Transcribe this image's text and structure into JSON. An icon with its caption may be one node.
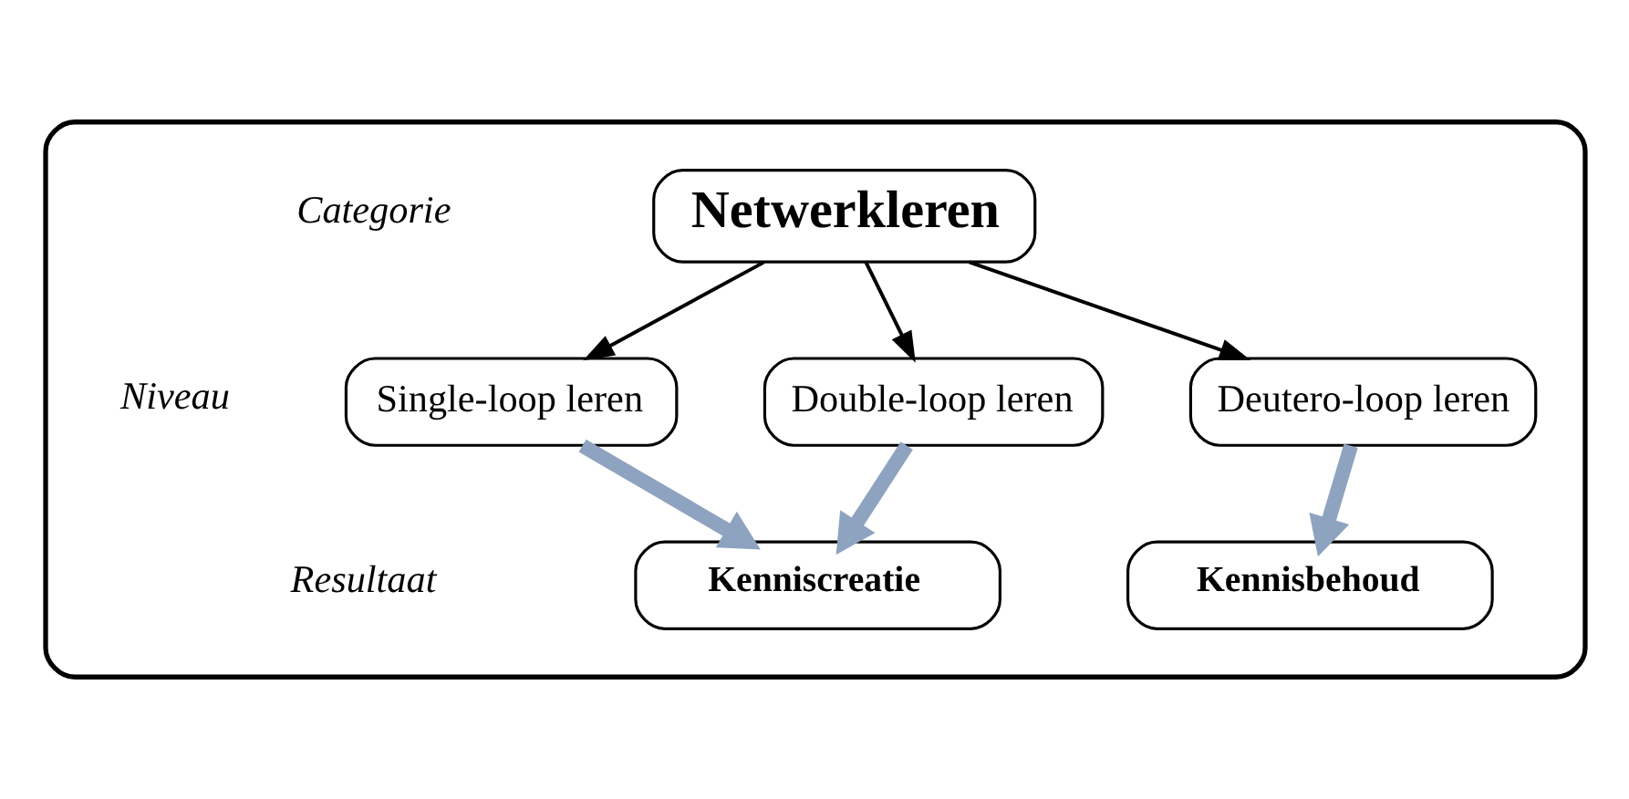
{
  "diagram": {
    "nodes": [
      {
        "text": [],
        "shape": "box"
      },
      {
        "text": [
          "Netwerkleren"
        ],
        "in": 0
      },
      {
        "text": [
          "Single-loop leren"
        ],
        "in": 0
      },
      {
        "text": [
          "Double-loop leren"
        ],
        "in": 0
      },
      {
        "text": [
          "Deutero-loop leren"
        ],
        "in": 0
      },
      {
        "text": [
          "Kenniscreatie"
        ],
        "in": 0
      },
      {
        "text": [
          "Kennisbehoud"
        ],
        "in": 0
      }
    ],
    "edges": [
      {
        "from": 1,
        "to": 2,
        "arrow": "to"
      },
      {
        "from": 1,
        "to": 3,
        "arrow": "to"
      },
      {
        "from": 1,
        "to": 4,
        "arrow": "to"
      },
      {
        "from": 2,
        "to": 5,
        "arrow": "to",
        "style": "thick",
        "color": "#8ea3c0"
      },
      {
        "from": 3,
        "to": 5,
        "arrow": "to",
        "style": "thick",
        "color": "#8ea3c0"
      },
      {
        "from": 4,
        "to": 6,
        "arrow": "to",
        "style": "thick",
        "color": "#8ea3c0"
      }
    ],
    "labels": [
      "Categorie",
      "Niveau",
      "Resultaat"
    ]
  }
}
